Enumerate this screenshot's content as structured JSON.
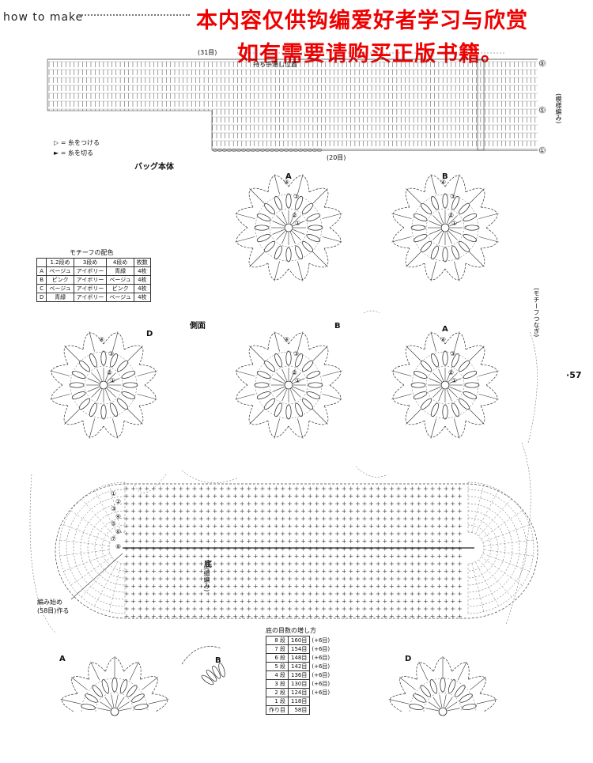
{
  "header": {
    "how_to_make": "how to make"
  },
  "watermark": {
    "line1": "本内容仅供钩编爱好者学习与欣赏",
    "line2": "如有需要请购买正版书籍。"
  },
  "strap": {
    "width_note": "(31目)",
    "handle_note": "持ち手通し位置",
    "bottom_note": "(20目)",
    "pattern_label": "(模様編み)",
    "row_9": "⑨",
    "row_5": "⑤",
    "row_1": "①"
  },
  "legend": {
    "attach": "▷ = 糸をつける",
    "cut": "► = 糸を切る"
  },
  "labels": {
    "bag_body": "バッグ本体",
    "side": "側面",
    "motif_join": "(モチーフつなぎ)",
    "bottom": "底",
    "bottom_stitch": "(細編み)",
    "start_line1": "編み始め",
    "start_line2": "(58目)作る",
    "page_number": "57"
  },
  "motif_color_table": {
    "title": "モチーフの配色",
    "headers": [
      "",
      "1.2段め",
      "3段め",
      "4段め",
      "枚数"
    ],
    "rows": [
      [
        "A",
        "ベージュ",
        "アイボリー",
        "青緑",
        "4枚"
      ],
      [
        "B",
        "ピンク",
        "アイボリー",
        "ベージュ",
        "4枚"
      ],
      [
        "C",
        "ベージュ",
        "アイボリー",
        "ピンク",
        "4枚"
      ],
      [
        "D",
        "青緑",
        "アイボリー",
        "ベージュ",
        "4枚"
      ]
    ]
  },
  "increase_table": {
    "title": "底の目数の増し方",
    "rows": [
      {
        "row": "8 段",
        "count": "160目",
        "inc": "(+6目)"
      },
      {
        "row": "7 段",
        "count": "154目",
        "inc": "(+6目)"
      },
      {
        "row": "6 段",
        "count": "148目",
        "inc": "(+6目)"
      },
      {
        "row": "5 段",
        "count": "142目",
        "inc": "(+6目)"
      },
      {
        "row": "4 段",
        "count": "136目",
        "inc": "(+6目)"
      },
      {
        "row": "3 段",
        "count": "130目",
        "inc": "(+6目)"
      },
      {
        "row": "2 段",
        "count": "124目",
        "inc": "(+6目)"
      },
      {
        "row": "1 段",
        "count": "118目",
        "inc": ""
      },
      {
        "row": "作り目",
        "count": "58目",
        "inc": ""
      }
    ]
  },
  "motifs": [
    {
      "letter": "A",
      "r1": "①",
      "r2": "②",
      "r3": "③",
      "r4": "④"
    },
    {
      "letter": "B",
      "r1": "①",
      "r2": "②",
      "r3": "③",
      "r4": "④"
    },
    {
      "letter": "D",
      "r1": "①",
      "r2": "②",
      "r3": "③",
      "r4": "④"
    },
    {
      "letter": "B",
      "r1": "①",
      "r2": "②",
      "r3": "③",
      "r4": "④"
    },
    {
      "letter": "A",
      "r1": "①",
      "r2": "②",
      "r3": "③",
      "r4": "④"
    }
  ],
  "half_motifs": [
    {
      "letter": "A"
    },
    {
      "letter": "B"
    },
    {
      "letter": "D"
    }
  ],
  "bottom_rows": [
    "①",
    "②",
    "③",
    "④",
    "⑤",
    "⑥",
    "⑦",
    "⑧"
  ]
}
